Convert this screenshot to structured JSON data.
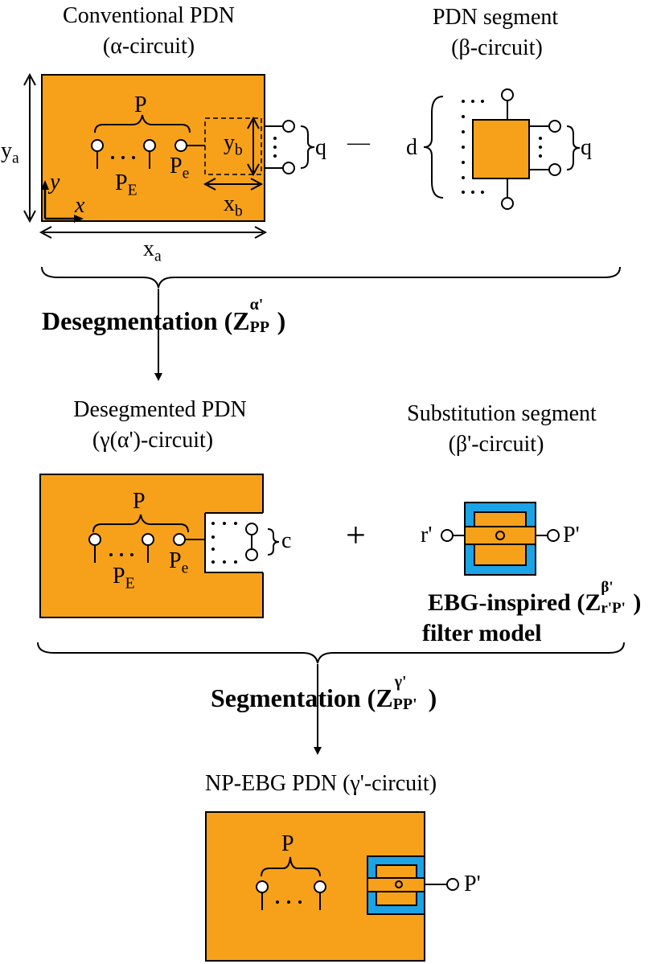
{
  "colors": {
    "copper": "#F7A11A",
    "ebg_blue": "#1BA3E6",
    "stroke": "#000000"
  },
  "alpha": {
    "title": "Conventional PDN",
    "subtitle": "(α-circuit)"
  },
  "beta": {
    "title": "PDN segment",
    "subtitle": "(β-circuit)"
  },
  "alpha_labels": {
    "P": "P",
    "PE": "P",
    "PE_sub": "E",
    "Pe": "P",
    "Pe_sub": "e",
    "ya": "y",
    "ya_sub": "a",
    "yb": "y",
    "yb_sub": "b",
    "xa": "x",
    "xa_sub": "a",
    "xb": "x",
    "xb_sub": "b",
    "y_axis": "y",
    "x_axis": "x",
    "q": "q",
    "dash": "—"
  },
  "beta_labels": {
    "d": "d",
    "q": "q"
  },
  "desegmentation": {
    "label": "Desegmentation (",
    "Z": "Z",
    "sup": "α'",
    "sub": "PP",
    "close": ")"
  },
  "gamma_alpha": {
    "title": "Desegmented PDN",
    "subtitle": "(γ(α')-circuit)"
  },
  "substitution": {
    "title": "Substitution segment",
    "subtitle": "(β'-circuit)"
  },
  "gamma_alpha_labels": {
    "P": "P",
    "PE": "P",
    "PE_sub": "E",
    "Pe": "P",
    "Pe_sub": "e",
    "c": "c",
    "plus": "+"
  },
  "ebg": {
    "r_port": "r'",
    "p_port": "P'",
    "label": "EBG-inspired (",
    "Z": "Z",
    "sup": "β'",
    "sub": "r'P'",
    "close": ")",
    "label2": "filter model"
  },
  "segmentation": {
    "label": "Segmentation (",
    "Z": "Z",
    "sup": "γ'",
    "sub": "PP'",
    "close": ")"
  },
  "final": {
    "title": "NP-EBG PDN (γ'-circuit)",
    "P": "P",
    "p_port": "P'"
  }
}
